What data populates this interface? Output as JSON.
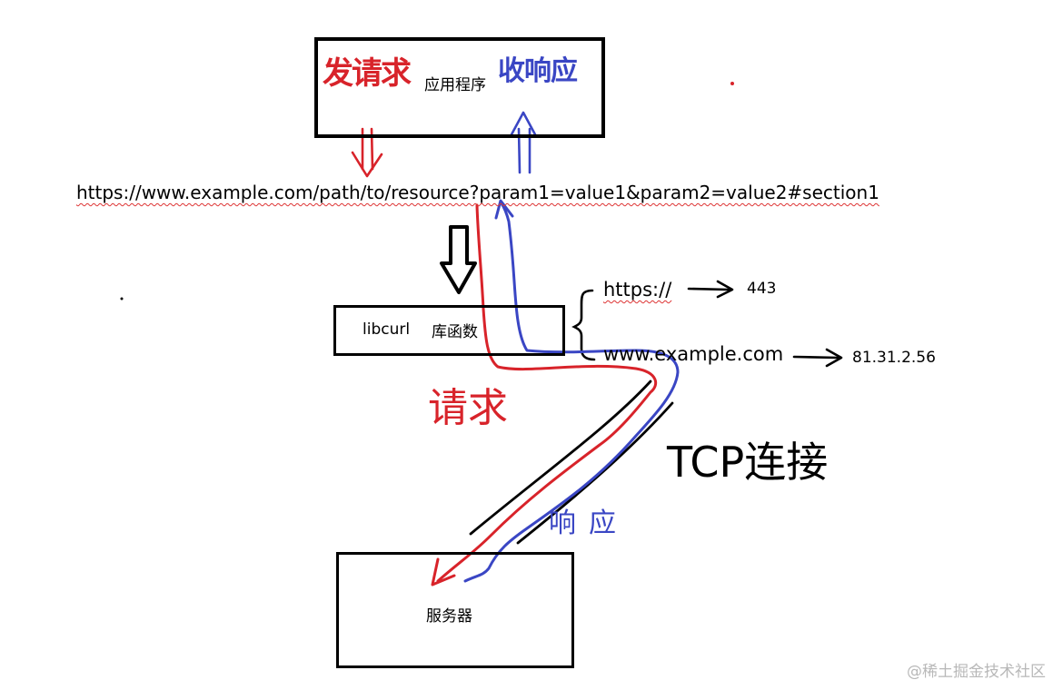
{
  "boxes": {
    "app": "应用程序",
    "libcurl": "libcurl",
    "libfuncs": "库函数",
    "server": "服务器"
  },
  "url": "https://www.example.com/path/to/resource?param1=value1&param2=value2#section1",
  "annotations": {
    "send_request": "发请求",
    "receive_response": "收响应",
    "request": "请求",
    "response": "响应",
    "tcp_connection": "TCP连接"
  },
  "mapping": {
    "scheme": "https://",
    "port": "443",
    "host": "www.example.com",
    "ip": "81.31.2.56"
  },
  "watermark": "@稀土掘金技术社区",
  "colors": {
    "request": "#d8232a",
    "response": "#3a46c4",
    "outline": "#000000"
  }
}
